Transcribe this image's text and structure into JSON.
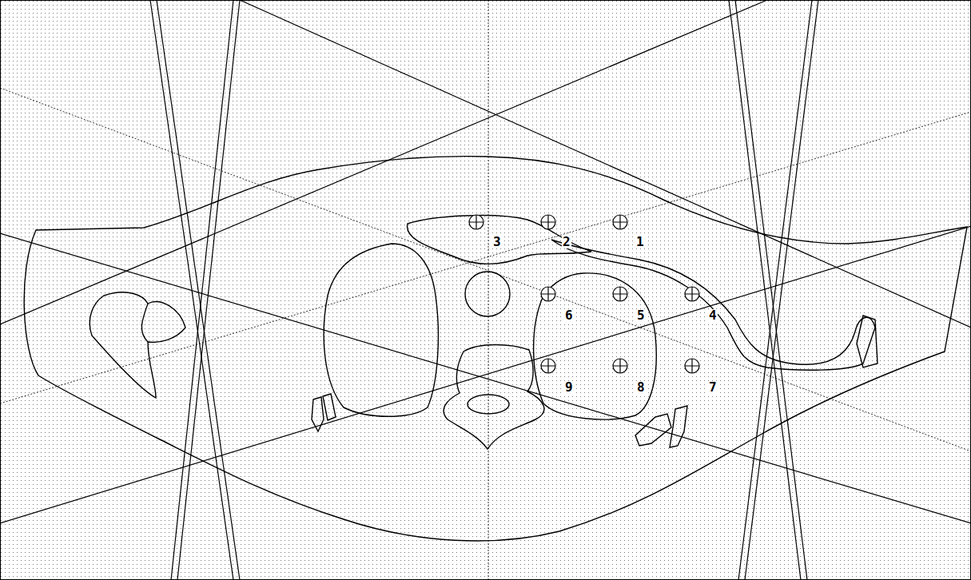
{
  "diagram": {
    "labels": [
      "3",
      "2",
      "1",
      "6",
      "5",
      "4",
      "9",
      "8",
      "7"
    ]
  }
}
